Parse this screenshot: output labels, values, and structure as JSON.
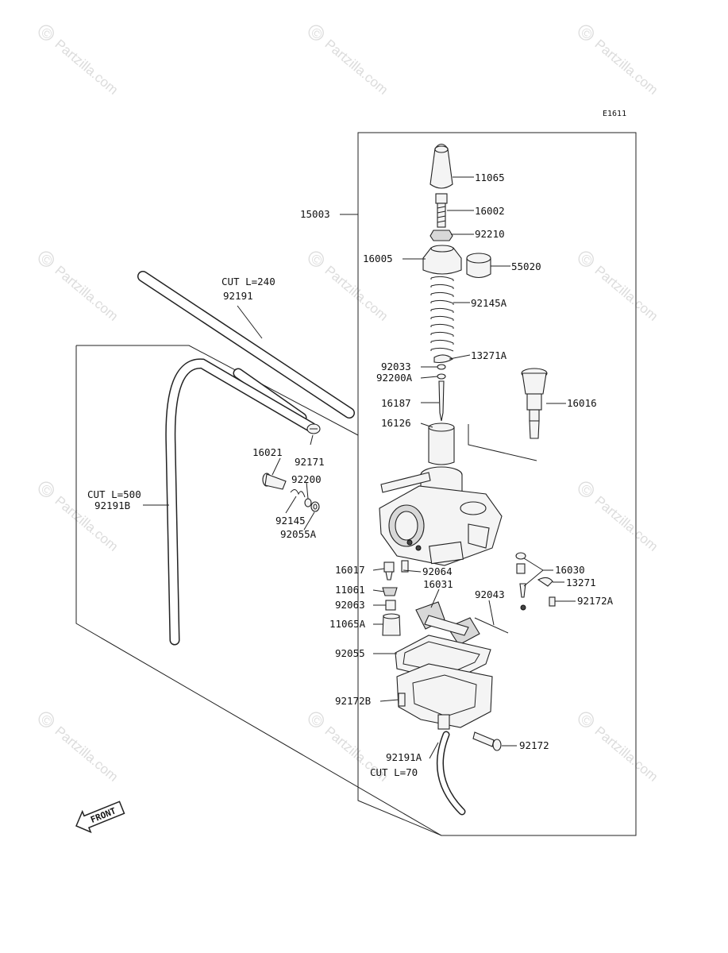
{
  "diagram": {
    "code": "E1611",
    "watermark_text": "Partzilla.com",
    "watermark_symbol": "©",
    "front_label": "FRONT",
    "labels": {
      "p11065": "11065",
      "p16002": "16002",
      "p92210": "92210",
      "p15003": "15003",
      "p16005": "16005",
      "p55020": "55020",
      "p92145A": "92145A",
      "p13271A": "13271A",
      "p92033": "92033",
      "p92200A": "92200A",
      "p16187": "16187",
      "p16126": "16126",
      "p16016": "16016",
      "cut240": "CUT L=240",
      "p92191": "92191",
      "p16021": "16021",
      "p92171": "92171",
      "p92200": "92200",
      "cut500": "CUT L=500",
      "p92191B": "92191B",
      "p92145": "92145",
      "p92055A": "92055A",
      "p16017": "16017",
      "p92064": "92064",
      "p16030": "16030",
      "p13271": "13271",
      "p11061": "11061",
      "p16031": "16031",
      "p92043": "92043",
      "p92063": "92063",
      "p92172A": "92172A",
      "p11065A": "11065A",
      "p92055": "92055",
      "p92172B": "92172B",
      "p92172": "92172",
      "p92191A": "92191A",
      "cut70": "CUT L=70"
    }
  }
}
